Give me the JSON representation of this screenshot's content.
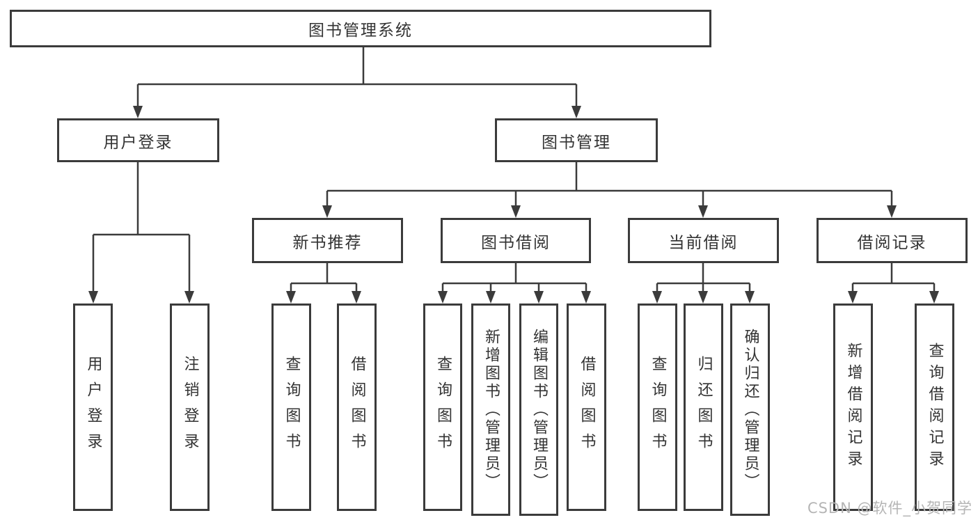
{
  "diagram_type": "hierarchy-tree",
  "colors": {
    "border": "#3b3b3b",
    "line": "#3b3b3b",
    "text": "#333333",
    "background": "#ffffff",
    "watermark": "#b5b5b5"
  },
  "tree": {
    "label": "图书管理系统",
    "children": [
      {
        "label": "用户登录",
        "children": [
          {
            "label": "用户登录"
          },
          {
            "label": "注销登录"
          }
        ]
      },
      {
        "label": "图书管理",
        "children": [
          {
            "label": "新书推荐",
            "children": [
              {
                "label": "查询图书"
              },
              {
                "label": "借阅图书"
              }
            ]
          },
          {
            "label": "图书借阅",
            "children": [
              {
                "label": "查询图书"
              },
              {
                "label": "新增图书（管理员）"
              },
              {
                "label": "编辑图书（管理员）"
              },
              {
                "label": "借阅图书"
              }
            ]
          },
          {
            "label": "当前借阅",
            "children": [
              {
                "label": "查询图书"
              },
              {
                "label": "归还图书"
              },
              {
                "label": "确认归还（管理员）"
              }
            ]
          },
          {
            "label": "借阅记录",
            "children": [
              {
                "label": "新增借阅记录"
              },
              {
                "label": "查询借阅记录"
              }
            ]
          }
        ]
      }
    ]
  },
  "watermark": "CSDN @软件_小贺同学"
}
